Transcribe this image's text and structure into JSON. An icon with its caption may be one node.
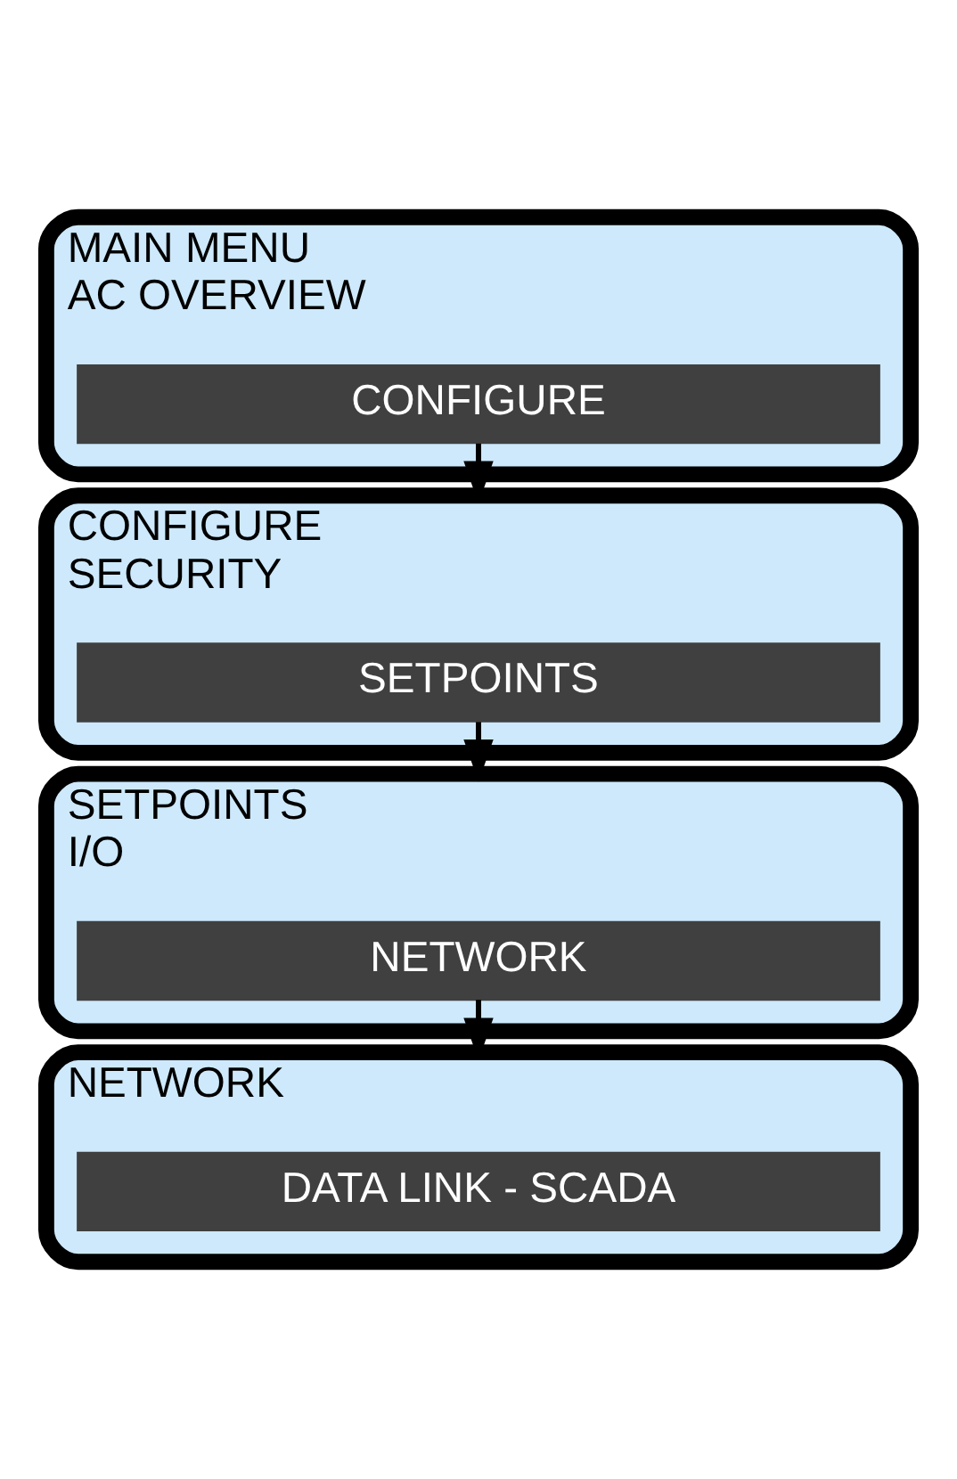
{
  "diagram": {
    "nodes": [
      {
        "text": [
          "MAIN MENU",
          "AC OVERVIEW"
        ]
      },
      {
        "text": [
          "CONFIGURE"
        ],
        "in": 0
      },
      {
        "text": [
          "CONFIGURE",
          "SECURITY"
        ]
      },
      {
        "text": [
          "SETPOINTS"
        ],
        "in": 2
      },
      {
        "text": [
          "SETPOINTS",
          "I/O"
        ]
      },
      {
        "text": [
          "NETWORK"
        ],
        "in": 4
      },
      {
        "text": [
          "NETWORK"
        ]
      },
      {
        "text": [
          "DATA LINK - SCADA"
        ],
        "in": 6
      }
    ],
    "edges": [
      {
        "from": 1,
        "to": 2,
        "arrow": "to"
      },
      {
        "from": 3,
        "to": 4,
        "arrow": "to"
      },
      {
        "from": 5,
        "to": 6,
        "arrow": "to"
      }
    ]
  }
}
